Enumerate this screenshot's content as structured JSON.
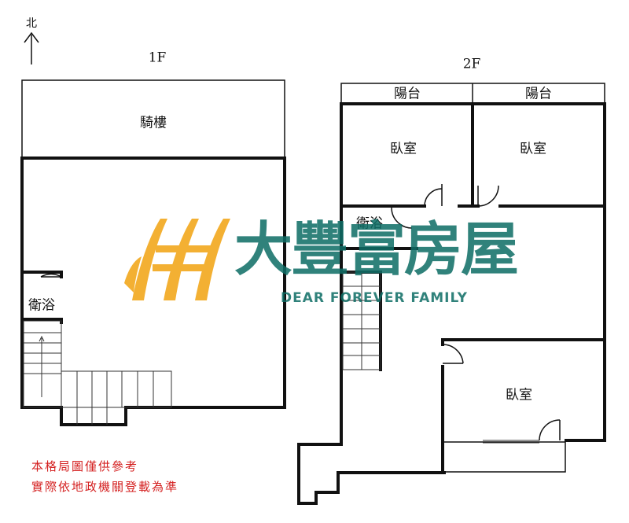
{
  "north": {
    "label": "北"
  },
  "floors": {
    "f1": {
      "title": "1F",
      "rooms": {
        "arcade": "騎樓",
        "bathroom": "衛浴"
      }
    },
    "f2": {
      "title": "2F",
      "rooms": {
        "balcony_left": "陽台",
        "balcony_right": "陽台",
        "bedroom_left": "臥室",
        "bedroom_right": "臥室",
        "bedroom_bottom": "臥室",
        "bathroom": "衛浴"
      }
    }
  },
  "watermark": {
    "name_cn": "大豐富房屋",
    "name_en": "DEAR FOREVER FAMILY",
    "colors": {
      "teal": "#0f6e66",
      "gold": "#f2a81d"
    }
  },
  "disclaimer": {
    "line1": "本格局圖僅供參考",
    "line2": "實際依地政機關登載為準",
    "color": "#d42020"
  }
}
